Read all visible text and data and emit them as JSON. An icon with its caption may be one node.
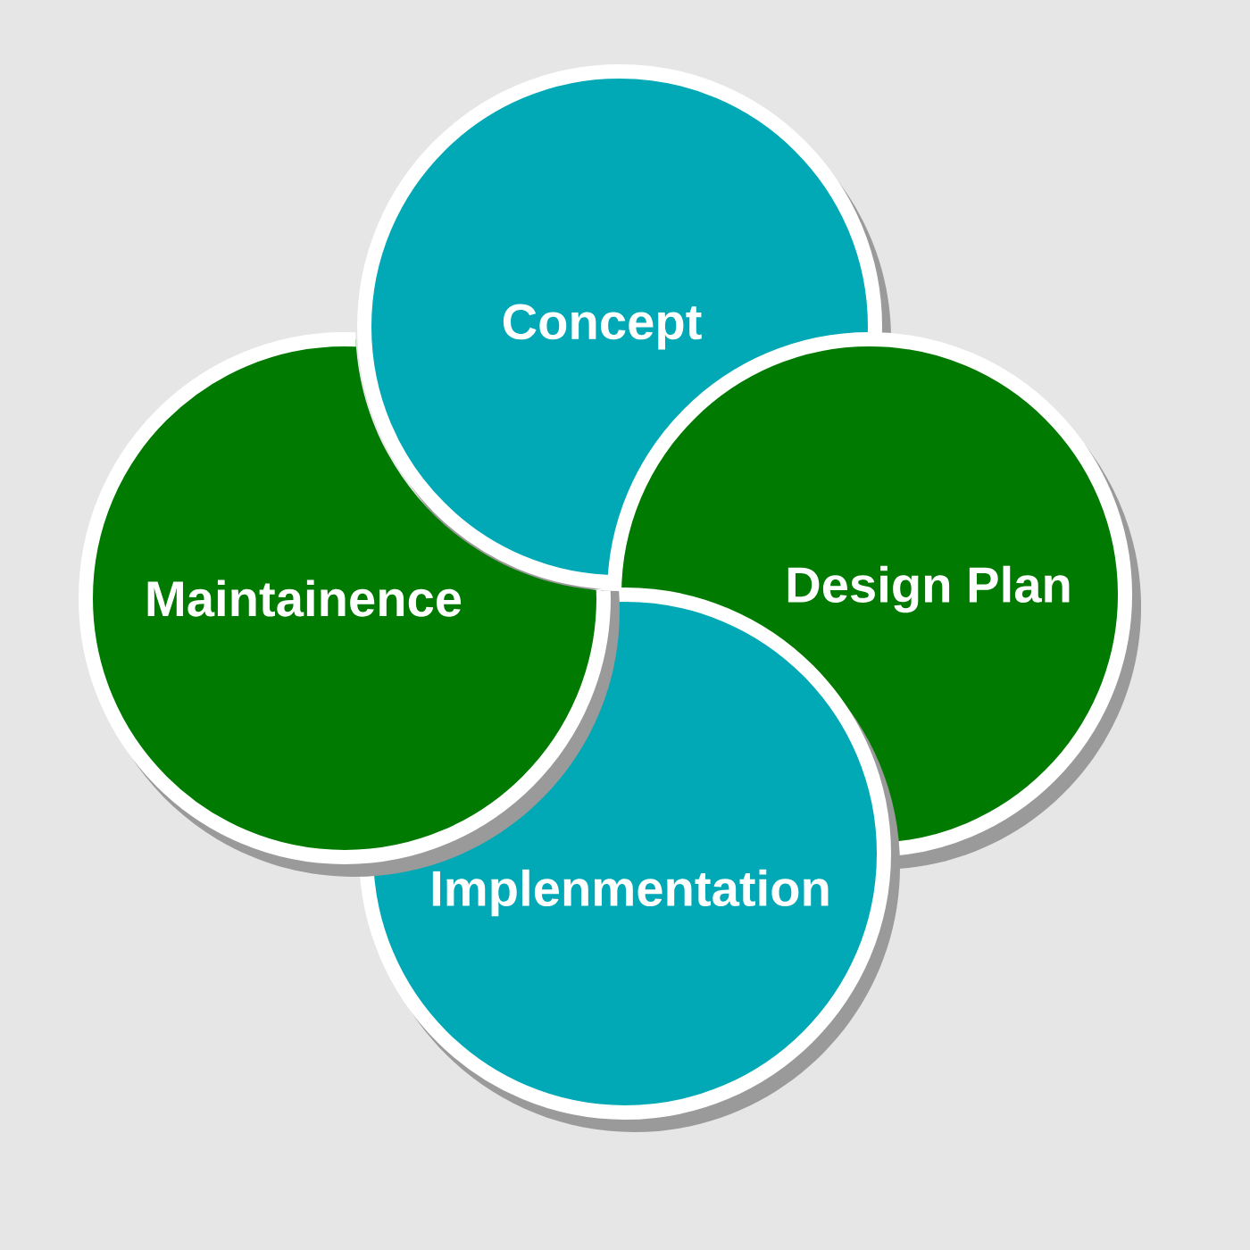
{
  "diagram": {
    "nodes": [
      {
        "text": [
          "Concept"
        ]
      },
      {
        "text": [
          "Maintainence"
        ]
      },
      {
        "text": [
          "Design Plan"
        ]
      },
      {
        "text": [
          "Implenmentation"
        ]
      }
    ]
  }
}
